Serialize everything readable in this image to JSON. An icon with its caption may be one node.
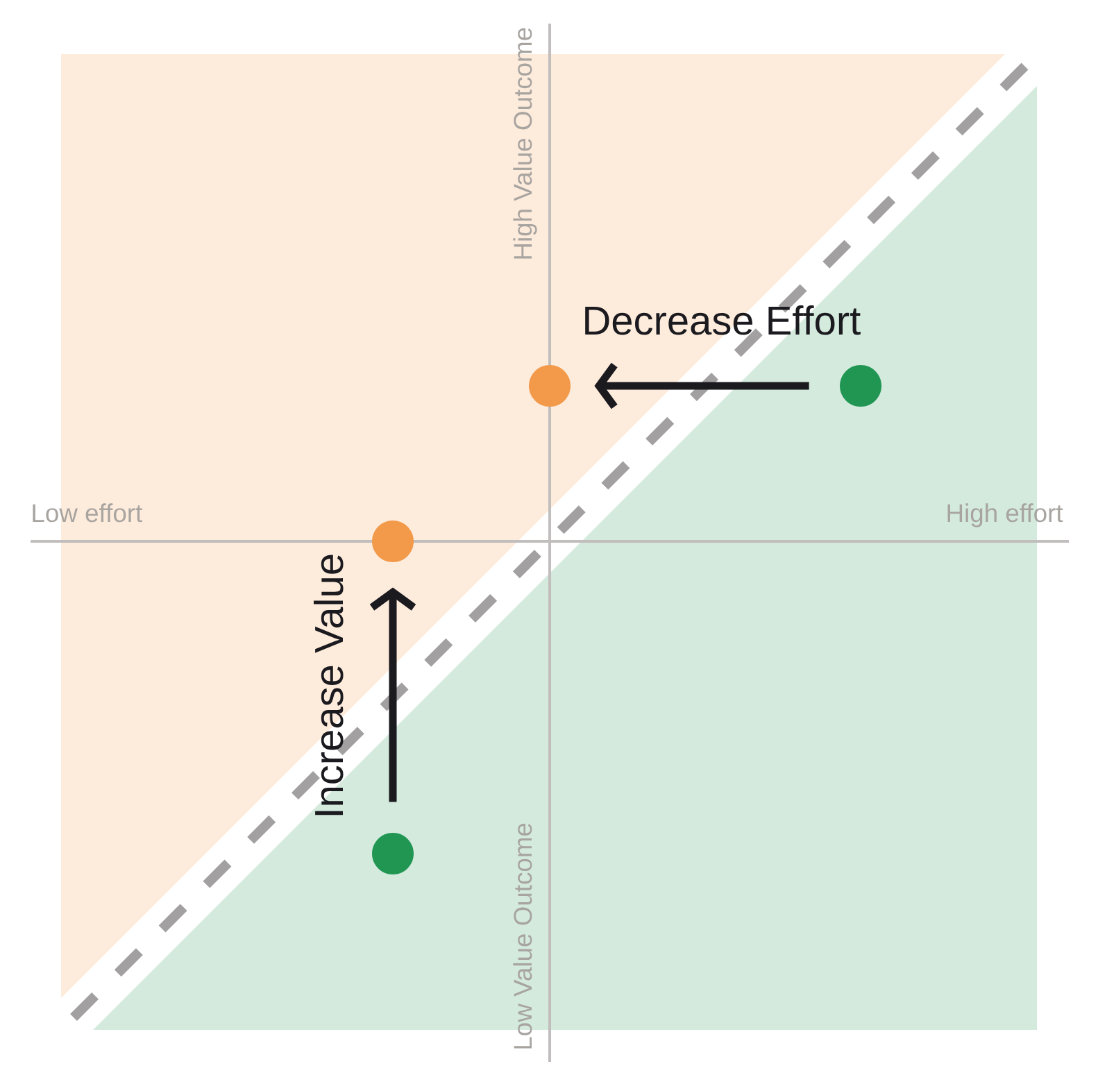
{
  "diagram": {
    "nodes": [
      {
        "text": [],
        "shape": "circle"
      },
      {
        "text": [],
        "shape": "circle"
      },
      {
        "text": [],
        "shape": "circle"
      },
      {
        "text": [],
        "shape": "circle"
      }
    ],
    "edges": [
      {
        "from": 1,
        "to": 0,
        "arrow": "to",
        "label": "Decrease Effort"
      },
      {
        "from": 3,
        "to": 2,
        "arrow": "to",
        "label": "Increase Value"
      }
    ],
    "labels": [
      "High Value Outcome",
      "Low effort",
      "High effort",
      "Low Value Outcome"
    ]
  }
}
